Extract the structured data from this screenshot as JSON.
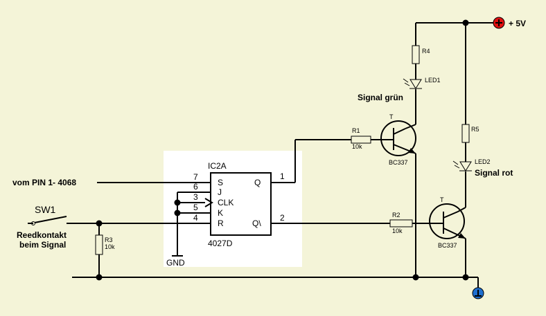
{
  "ic": {
    "name": "IC2A",
    "type": "4027D",
    "pins": {
      "s": {
        "label": "S",
        "num": "7"
      },
      "j": {
        "label": "J",
        "num": "6"
      },
      "clk": {
        "label": "CLK",
        "num": "3"
      },
      "k": {
        "label": "K",
        "num": "5"
      },
      "r": {
        "label": "R",
        "num": "4"
      },
      "q": {
        "label": "Q",
        "num": "1"
      },
      "qn": {
        "label": "Q\\",
        "num": "2"
      }
    },
    "gnd_label": "GND"
  },
  "input_label": "vom PIN 1- 4068",
  "switch": {
    "name": "SW1",
    "label_line1": "Reedkontakt",
    "label_line2": "beim Signal"
  },
  "resistors": {
    "r1": {
      "name": "R1",
      "value": "10k"
    },
    "r2": {
      "name": "R2",
      "value": "10k"
    },
    "r3": {
      "name": "R3",
      "value": "10k"
    },
    "r4": {
      "name": "R4"
    },
    "r5": {
      "name": "R5"
    }
  },
  "leds": {
    "led1": {
      "name": "LED1",
      "caption": "Signal grün"
    },
    "led2": {
      "name": "LED2",
      "caption": "Signal rot"
    }
  },
  "transistors": {
    "t1": {
      "name": "T",
      "type": "BC337"
    },
    "t2": {
      "name": "T",
      "type": "BC337"
    }
  },
  "power_label": "+ 5V",
  "colors": {
    "background": "#f4f4d8",
    "ic_panel": "#ffffff",
    "power_terminal": "#e01010",
    "ground_terminal": "#1e6fd0"
  }
}
